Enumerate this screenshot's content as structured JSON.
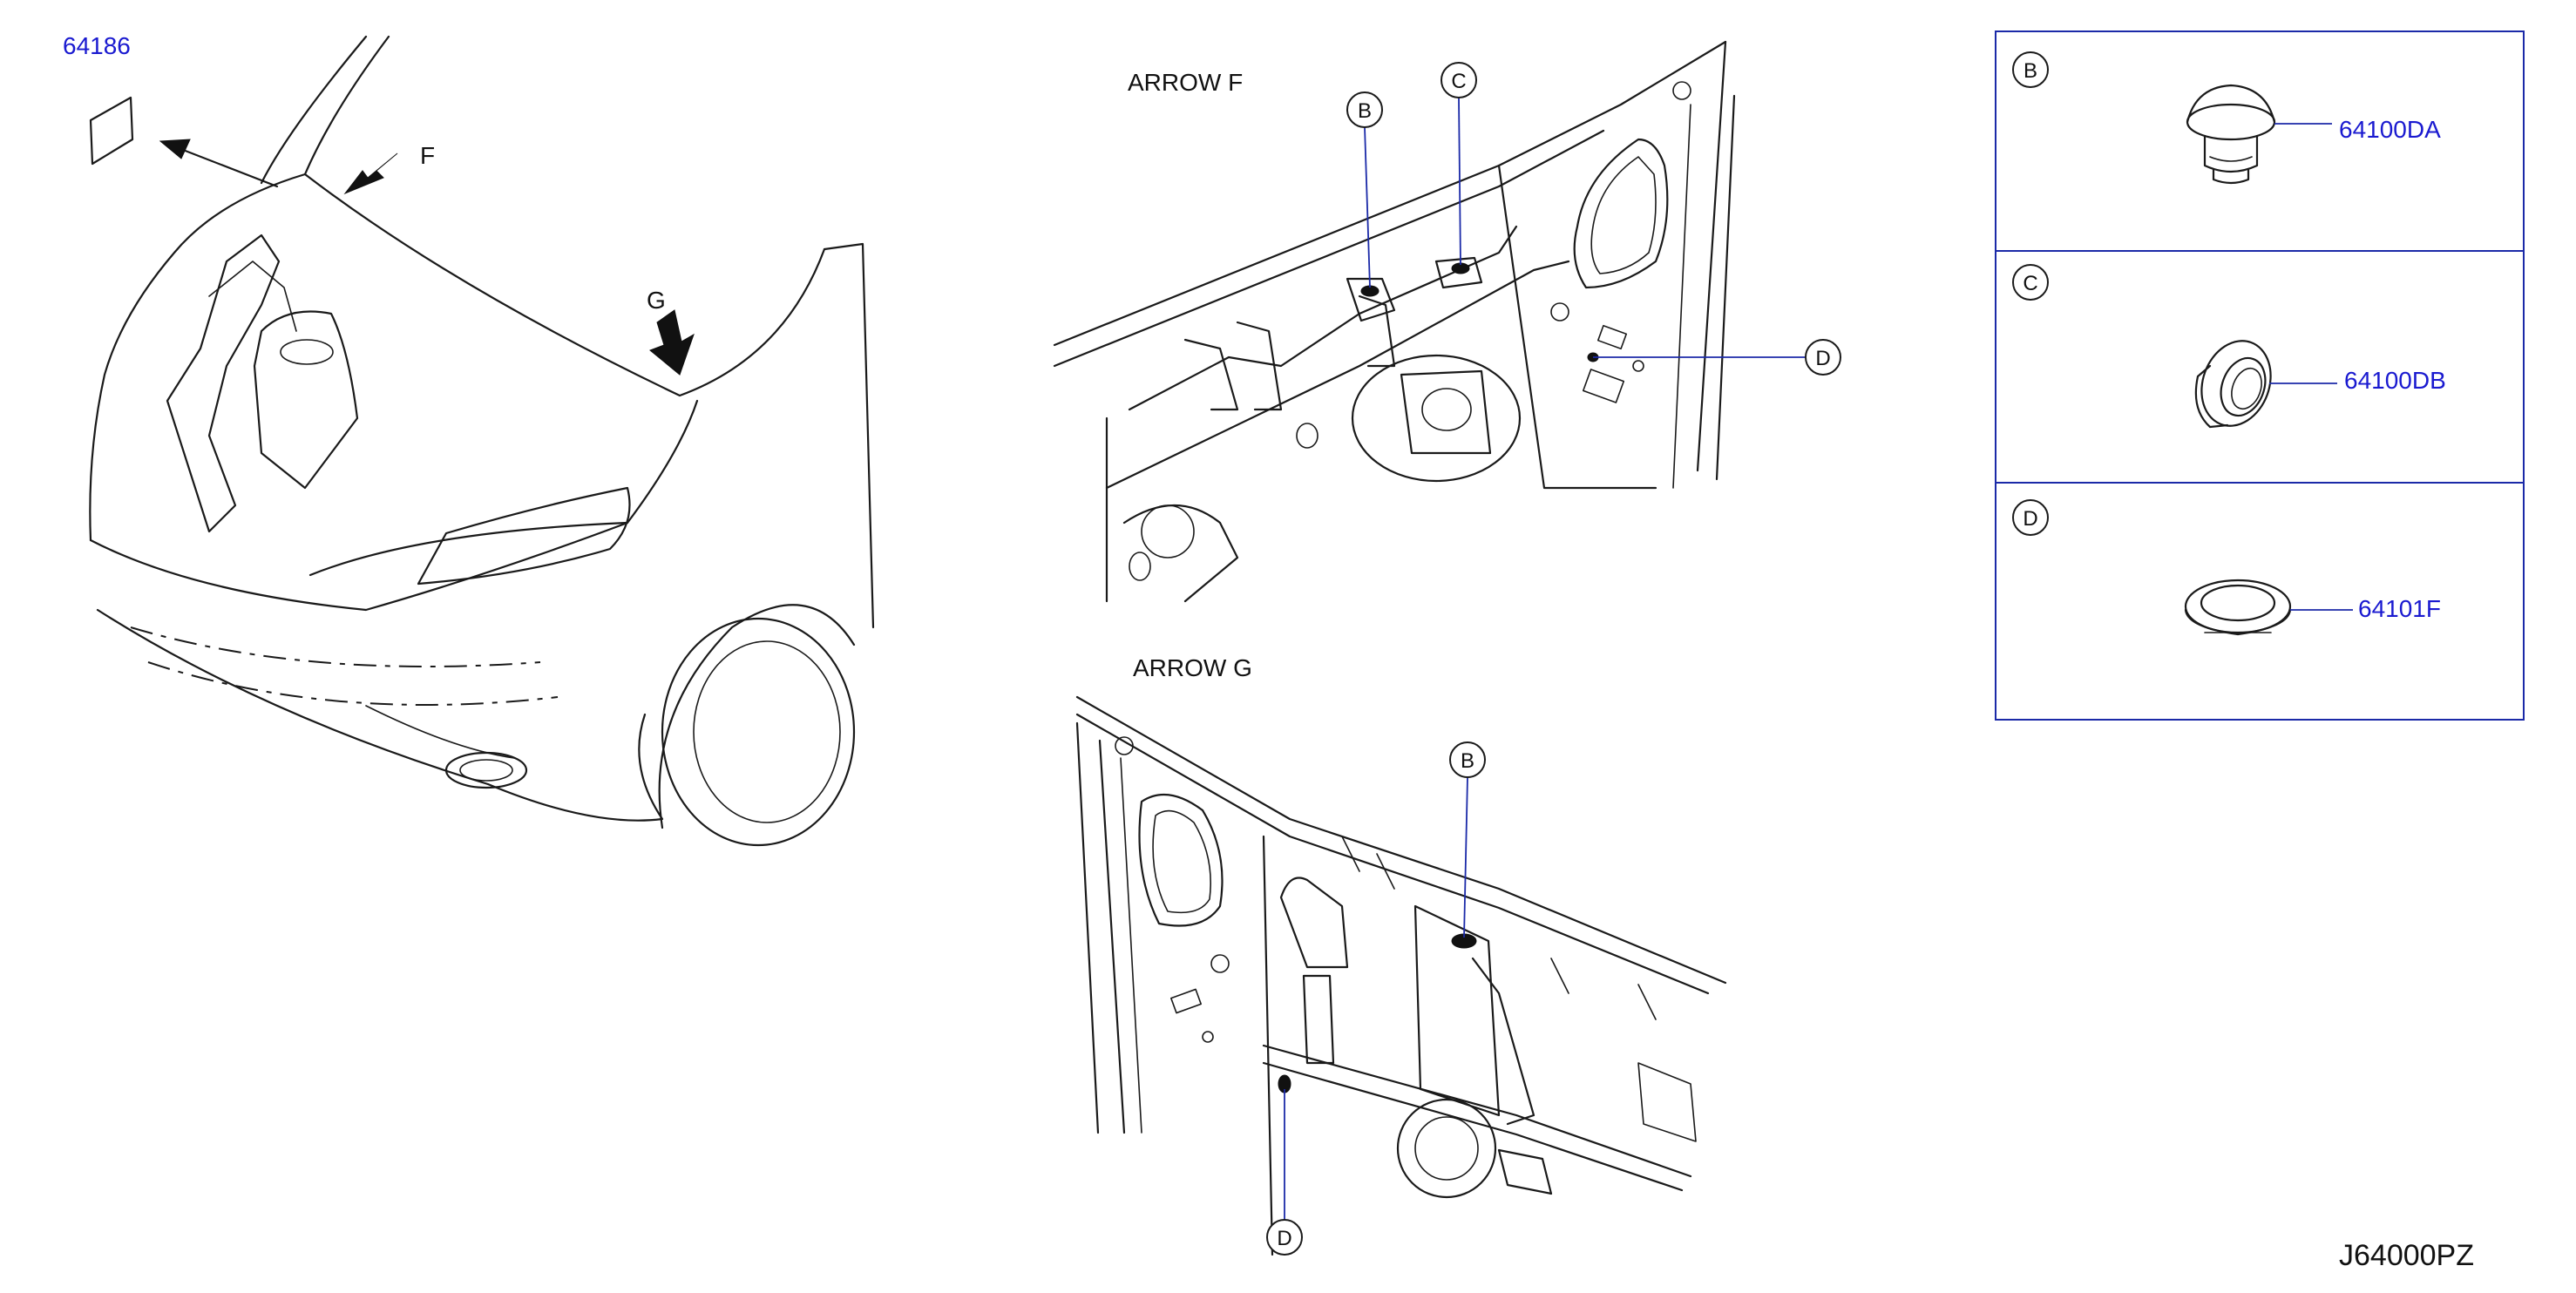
{
  "labels": {
    "arrow_f_title": "ARROW F",
    "arrow_g_title": "ARROW G",
    "view_f": "F",
    "view_g": "G",
    "diagram_code": "J64000PZ"
  },
  "callouts": {
    "b": "B",
    "c": "C",
    "d": "D"
  },
  "parts": {
    "p64186": "64186",
    "p64100DA": "64100DA",
    "p64100DB": "64100DB",
    "p64101F": "64101F"
  },
  "legend": [
    {
      "callout": "B",
      "part": "64100DA"
    },
    {
      "callout": "C",
      "part": "64100DB"
    },
    {
      "callout": "D",
      "part": "64101F"
    }
  ],
  "colors": {
    "part_number": "#1a1ad0",
    "leader": "#1b2aa8",
    "line": "#1a1a1a"
  }
}
